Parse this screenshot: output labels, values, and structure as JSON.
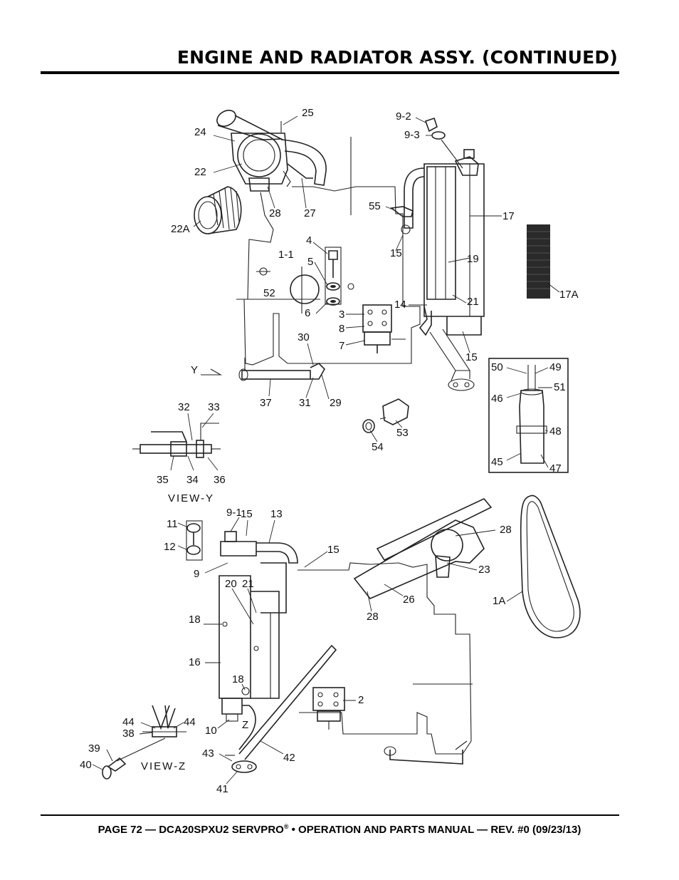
{
  "header": {
    "title": "ENGINE AND RADIATOR ASSY. (CONTINUED)"
  },
  "footer": {
    "text_before_mark": "PAGE 72 — DCA20SPXU2 SERVPRO",
    "mark": "®",
    "text_after_mark": " • OPERATION AND PARTS MANUAL — REV. #0 (09/23/13)"
  },
  "diagram": {
    "view_labels": {
      "view_y": "VIEW-Y",
      "view_z": "VIEW-Z",
      "marker_y": "Y",
      "marker_z": "Z"
    },
    "part_labels": {
      "p25": "25",
      "p24": "24",
      "p22": "22",
      "p22a": "22A",
      "p28a": "28",
      "p27": "27",
      "p92": "9-2",
      "p93": "9-3",
      "p55": "55",
      "p15a": "15",
      "p17": "17",
      "p19": "19",
      "p17a": "17A",
      "p21a": "21",
      "p14": "14",
      "p15b": "15",
      "p4": "4",
      "p5": "5",
      "p6": "6",
      "p3": "3",
      "p8": "8",
      "p7": "7",
      "p11": "1-1",
      "p52": "52",
      "p30": "30",
      "p29": "29",
      "p31": "31",
      "p37": "37",
      "p53": "53",
      "p54": "54",
      "p50": "50",
      "p49": "49",
      "p46": "46",
      "p51": "51",
      "p48": "48",
      "p45": "45",
      "p47": "47",
      "p32": "32",
      "p33": "33",
      "p35": "35",
      "p34": "34",
      "p36": "36",
      "p91": "9-1",
      "p15c": "15",
      "p13": "13",
      "p11b": "11",
      "p12": "12",
      "p9": "9",
      "p15d": "15",
      "p28b": "28",
      "p23": "23",
      "p26": "26",
      "p28c": "28",
      "p1a": "1A",
      "p20": "20",
      "p21b": "21",
      "p18a": "18",
      "p16": "16",
      "p18b": "18",
      "p2": "2",
      "p10": "10",
      "p44a": "44",
      "p44b": "44",
      "p38": "38",
      "p39": "39",
      "p40": "40",
      "p43": "43",
      "p42": "42",
      "p41": "41"
    }
  }
}
